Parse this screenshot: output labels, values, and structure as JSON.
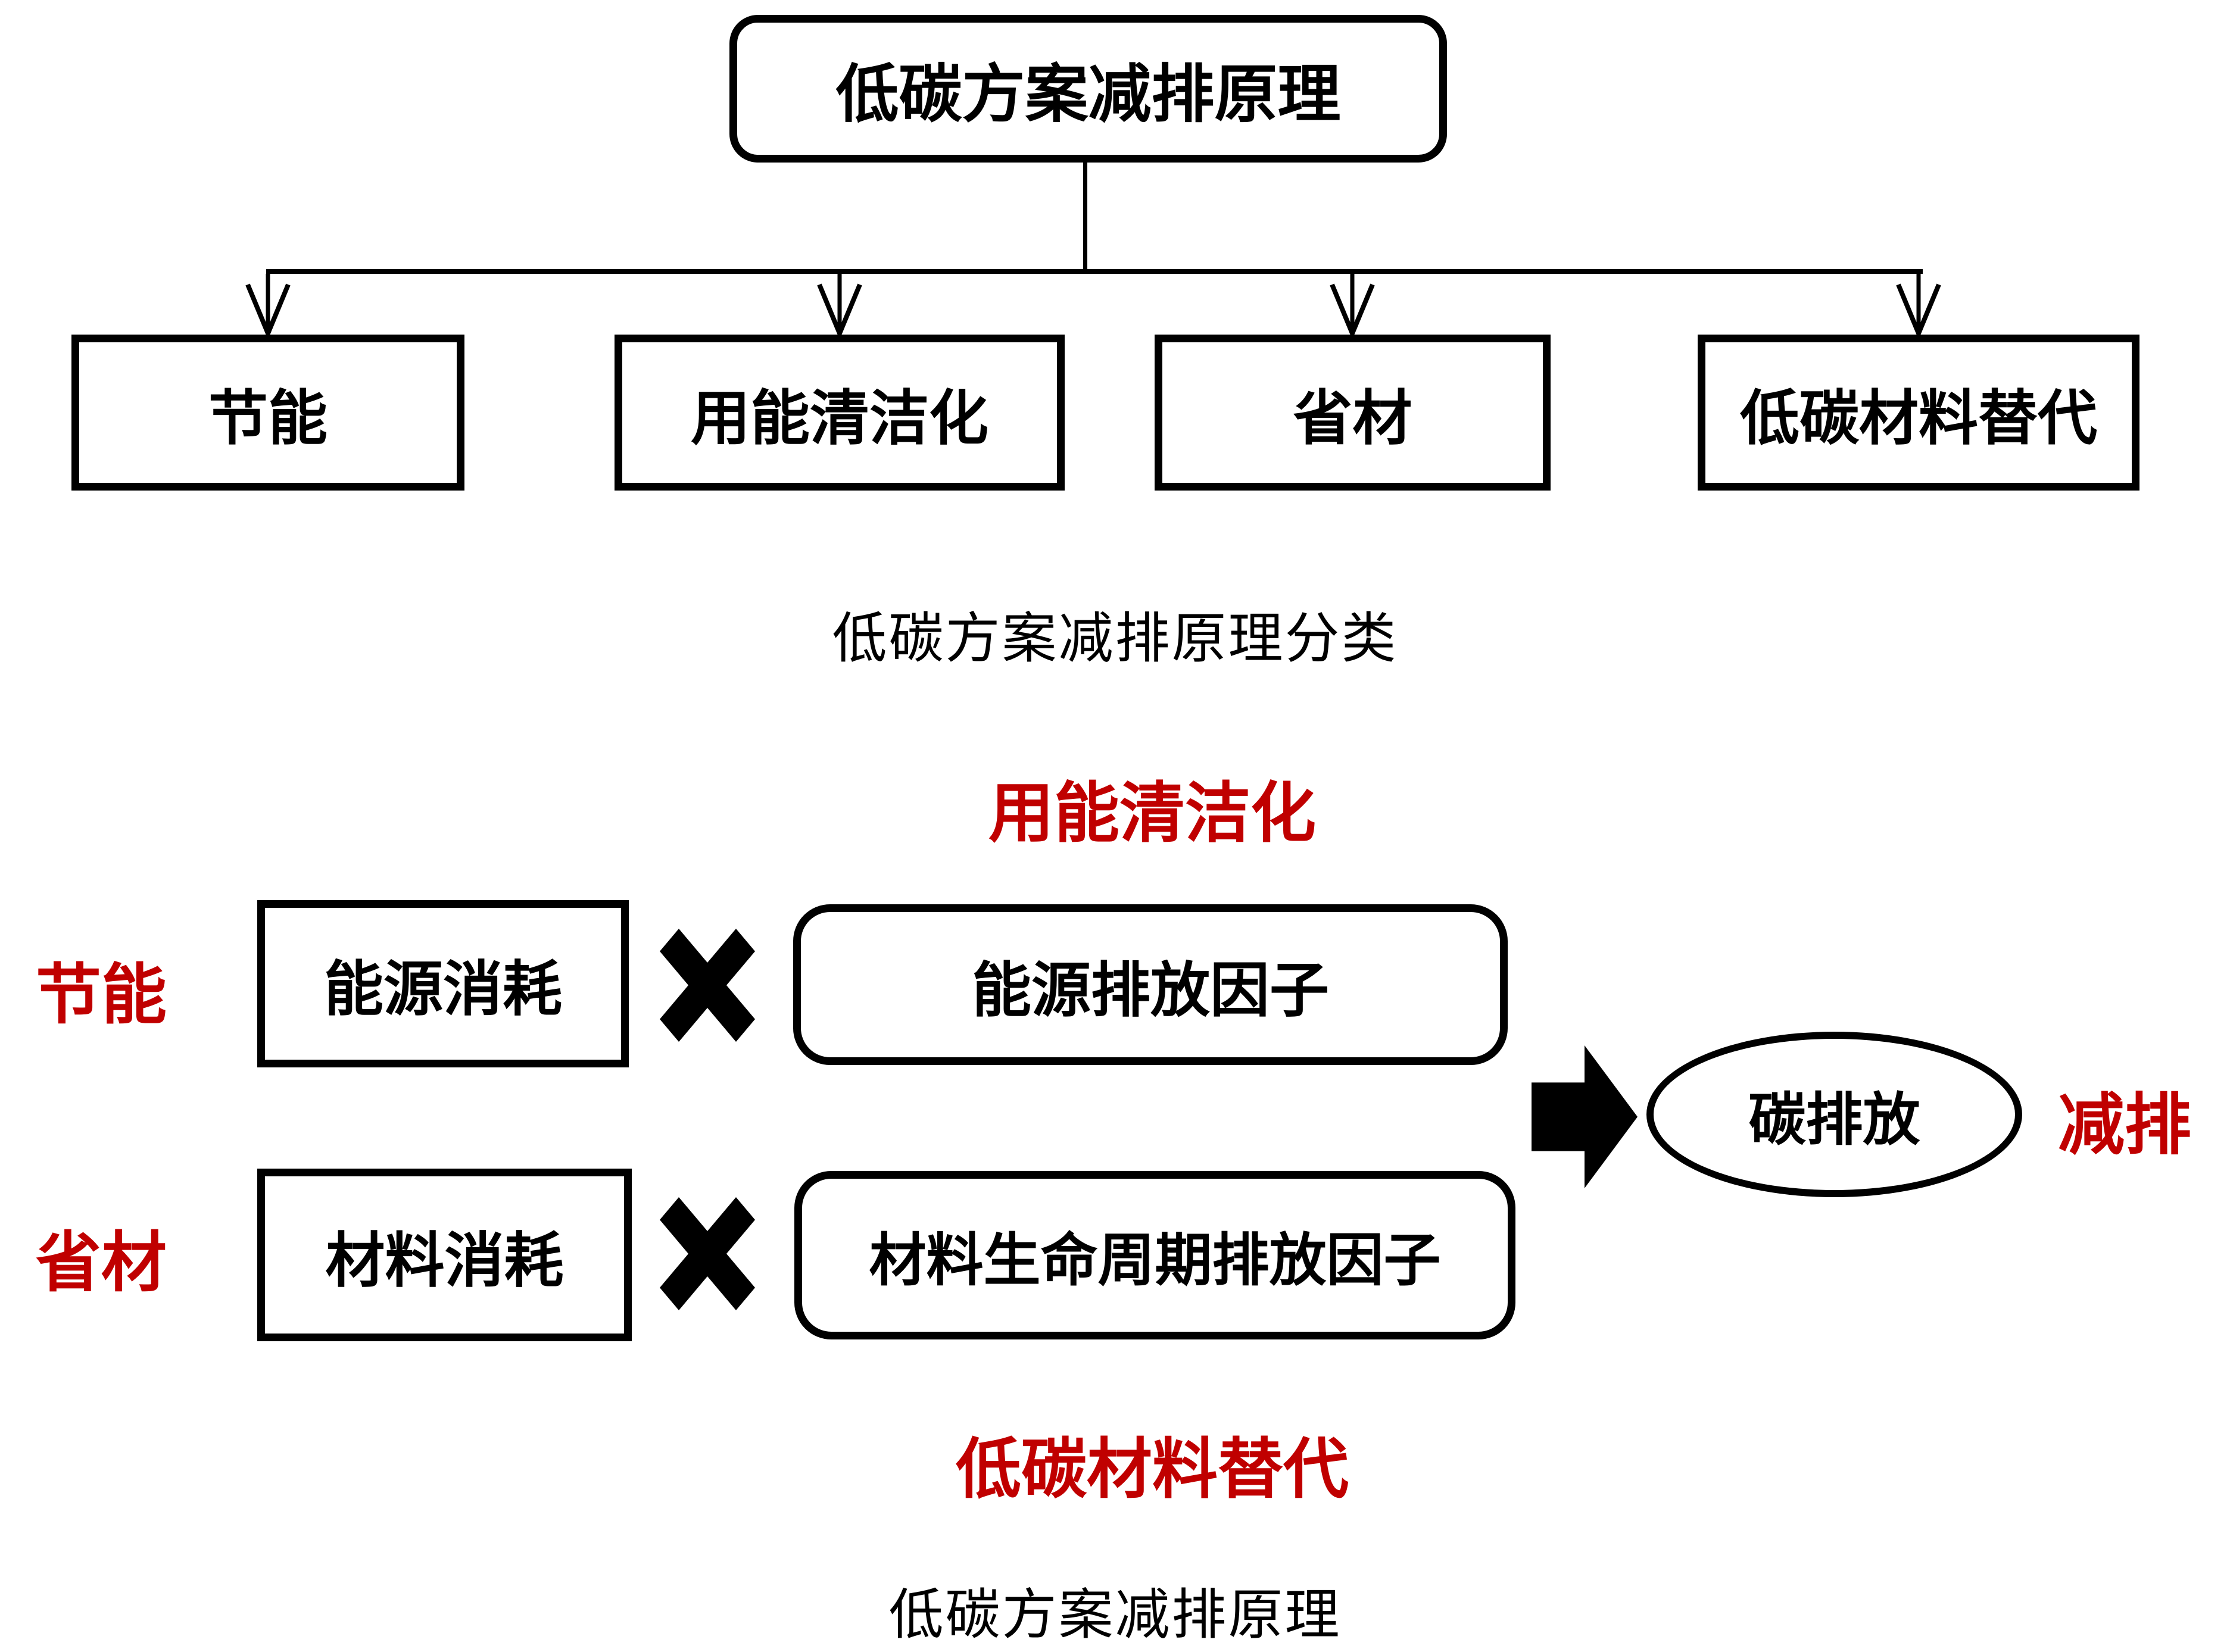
{
  "colors": {
    "accent_red": "#c00000",
    "line_black": "#000000",
    "background": "#ffffff"
  },
  "diagram1": {
    "root_label": "低碳方案减排原理",
    "children": [
      "节能",
      "用能清洁化",
      "省材",
      "低碳材料替代"
    ],
    "caption": "低碳方案减排原理分类"
  },
  "diagram2": {
    "top_label": "用能清洁化",
    "rows": [
      {
        "side_label": "节能",
        "box_label": "能源消耗",
        "operator": "✖",
        "factor_label": "能源排放因子"
      },
      {
        "side_label": "省材",
        "box_label": "材料消耗",
        "operator": "✖",
        "factor_label": "材料生命周期排放因子"
      }
    ],
    "bottom_label": "低碳材料替代",
    "result_label": "碳排放",
    "result_side_label": "减排",
    "caption": "低碳方案减排原理"
  }
}
